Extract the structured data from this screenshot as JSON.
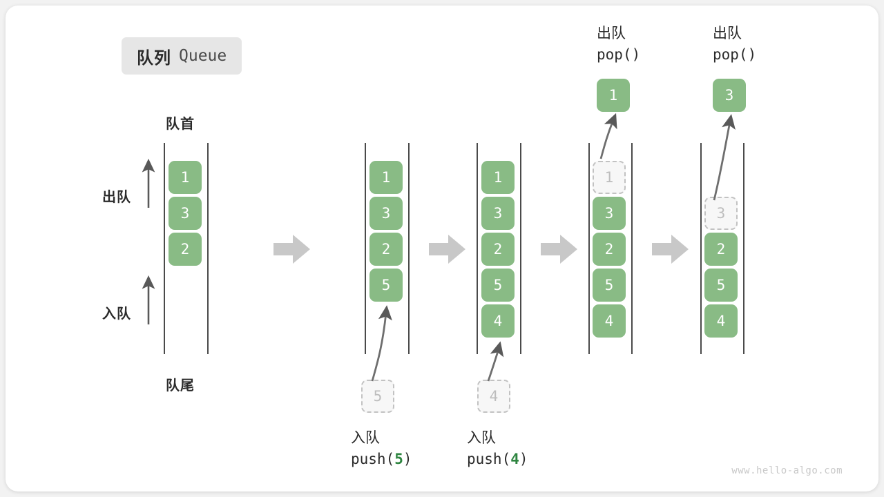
{
  "title": {
    "cn": "队列",
    "en": "Queue"
  },
  "labels": {
    "head": "队首",
    "tail": "队尾",
    "dequeue": "出队",
    "enqueue": "入队"
  },
  "colors": {
    "element_green": "#89bb85",
    "ghost_fill": "#f7f7f7",
    "ghost_border": "#c2c2c2",
    "rail": "#4a4a4a",
    "step_arrow": "#c8c8c8",
    "accent_green_text": "#2e8540",
    "card_background": "#ffffff",
    "page_background": "#f2f2f2",
    "badge_background": "#e6e6e6"
  },
  "watermark": "www.hello-algo.com",
  "panels": [
    {
      "id": "initial",
      "items": [
        "1",
        "3",
        "2"
      ],
      "ghost_index": null,
      "ghost_value": null,
      "caption_cn": "",
      "caption_code": "",
      "top_cn": "",
      "top_code": "",
      "floating_value": null,
      "incoming_value": null
    },
    {
      "id": "push-5",
      "items": [
        "1",
        "3",
        "2",
        "5"
      ],
      "ghost_index": null,
      "ghost_value": null,
      "caption_cn": "入队",
      "caption_code_prefix": "push(",
      "caption_arg": "5",
      "caption_code_suffix": ")",
      "top_cn": "",
      "top_code": "",
      "floating_value": null,
      "incoming_value": "5"
    },
    {
      "id": "push-4",
      "items": [
        "1",
        "3",
        "2",
        "5",
        "4"
      ],
      "ghost_index": null,
      "ghost_value": null,
      "caption_cn": "入队",
      "caption_code_prefix": "push(",
      "caption_arg": "4",
      "caption_code_suffix": ")",
      "top_cn": "",
      "top_code": "",
      "floating_value": null,
      "incoming_value": "4"
    },
    {
      "id": "pop-1",
      "items": [
        "1",
        "3",
        "2",
        "5",
        "4"
      ],
      "ghost_index": 0,
      "ghost_value": "1",
      "caption_cn": "",
      "caption_code": "",
      "top_cn": "出队",
      "top_code": "pop()",
      "floating_value": "1",
      "incoming_value": null
    },
    {
      "id": "pop-3",
      "items": [
        "",
        "3",
        "2",
        "5",
        "4"
      ],
      "ghost_index": 1,
      "ghost_value": "3",
      "caption_cn": "",
      "caption_code": "",
      "top_cn": "出队",
      "top_code": "pop()",
      "floating_value": "3",
      "incoming_value": null
    }
  ],
  "step_arrows": 4
}
